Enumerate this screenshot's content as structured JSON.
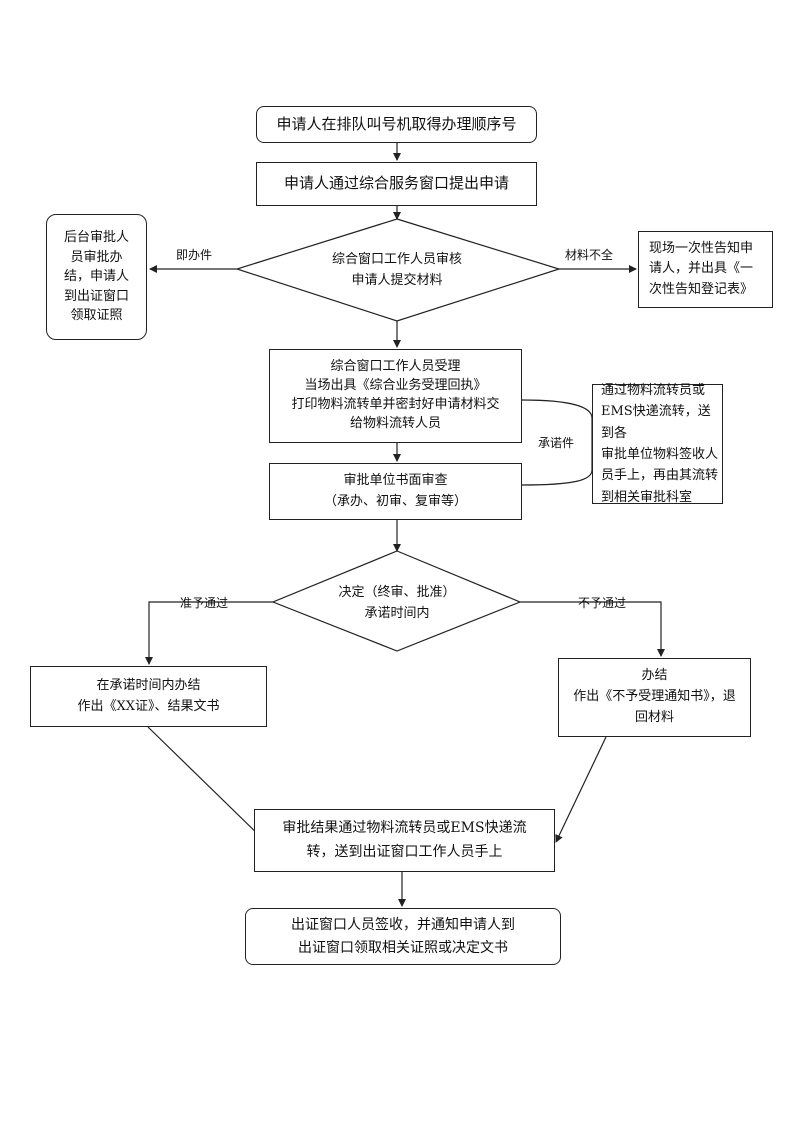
{
  "flow": {
    "step_queue": "申请人在排队叫号机取得办理顺序号",
    "step_apply": "申请人通过综合服务窗口提出申请",
    "backend_box": "后台审批人\n员审批办\n结，申请人\n到出证窗口\n领取证照",
    "label_immediate": "即办件",
    "review_diamond": "综合窗口工作人员审核\n申请人提交材料",
    "label_incomplete": "材料不全",
    "notify_box": "现场一次性告知申\n请人，并出具《一\n次性告知登记表》",
    "accept_box": "综合窗口工作人员受理\n当场出具《综合业务受理回执》\n打印物料流转单并密封好申请材料交\n给物料流转人员",
    "label_promised": "承诺件",
    "courier_box": "通过物料流转员或\nEMS快递流转，送到各\n审批单位物料签收人\n员手上，再由其流转\n到相关审批科室",
    "paper_review_box": "审批单位书面审查\n（承办、初审、复审等）",
    "decision_diamond": "决定（终审、批准）\n承诺时间内",
    "label_approved": "准予通过",
    "label_rejected": "不予通过",
    "approved_box": "在承诺时间内办结\n作出《XX证》、结果文书",
    "rejected_box": "办结\n作出《不予受理通知书》，退\n回材料",
    "result_box": "审批结果通过物料流转员或EMS快递流\n转，送到出证窗口工作人员手上",
    "final_box": "出证窗口人员签收，并通知申请人到\n出证窗口领取相关证照或决定文书"
  }
}
